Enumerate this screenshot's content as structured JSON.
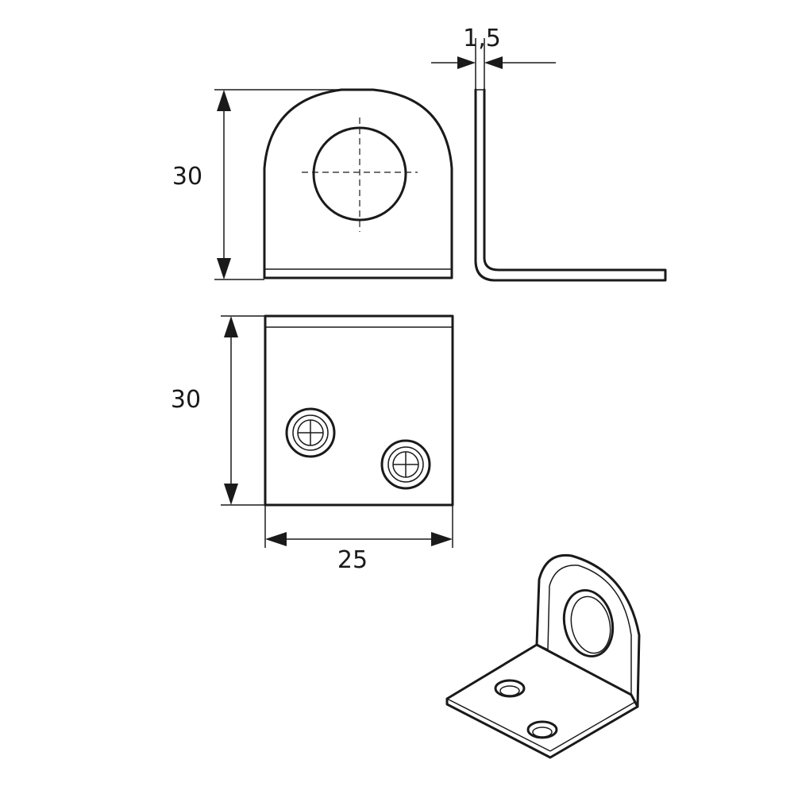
{
  "dimensions": {
    "thickness": "1,5",
    "top_height": "30",
    "front_height": "30",
    "width": "25"
  },
  "colors": {
    "line": "#1a1a1a",
    "background": "#ffffff"
  }
}
